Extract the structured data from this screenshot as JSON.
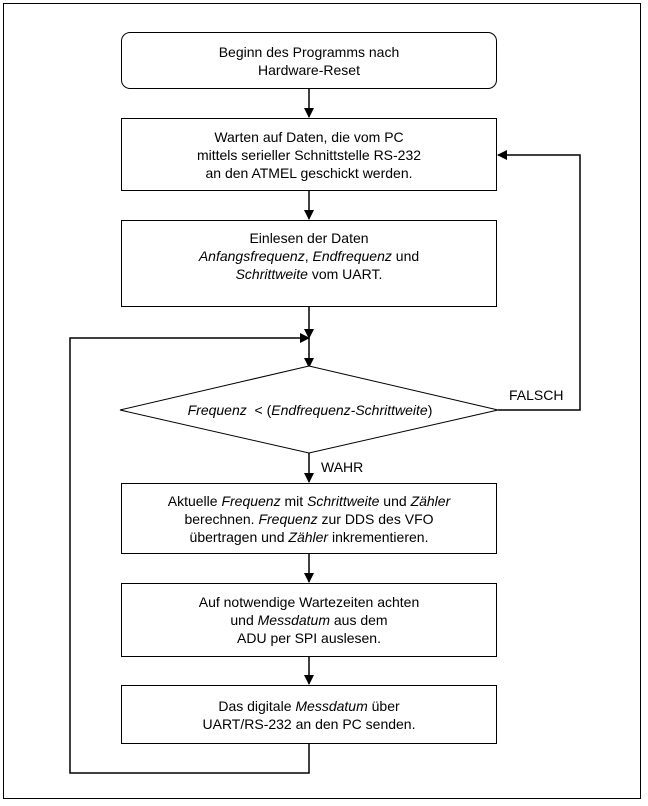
{
  "flow": {
    "start": {
      "line1": "Beginn des Programms nach",
      "line2": "Hardware-Reset"
    },
    "wait": {
      "line1": "Warten auf Daten, die vom PC",
      "line2": "mittels serieller Schnittstelle RS-232",
      "line3": "an den ATMEL geschickt werden."
    },
    "read": {
      "line1": "Einlesen der Daten",
      "l2_a": "Anfangsfrequenz",
      "l2_b": ", ",
      "l2_c": "Endfrequenz",
      "l2_d": " und",
      "l3_a": "Schrittweite",
      "l3_b": " vom UART."
    },
    "decision": {
      "var": "Frequenz",
      "op": "  < (",
      "expr": "Endfrequenz-Schrittweite",
      "close": ")"
    },
    "false_label": "FALSCH",
    "true_label": "WAHR",
    "compute": {
      "l1_a": "Aktuelle ",
      "l1_b": "Frequenz",
      "l1_c": " mit ",
      "l1_d": "Schrittweite",
      "l1_e": " und ",
      "l1_f": "Zähler",
      "l2_a": "berechnen. ",
      "l2_b": "Frequenz",
      "l2_c": " zur DDS des VFO",
      "l3_a": "übertragen und ",
      "l3_b": "Zähler",
      "l3_c": " inkrementieren."
    },
    "measure": {
      "line1": "Auf notwendige Wartezeiten achten",
      "l2_a": "und ",
      "l2_b": "Messdatum",
      "l2_c": " aus dem",
      "line3": "ADU per SPI auslesen."
    },
    "send": {
      "l1_a": "Das digitale ",
      "l1_b": "Messdatum",
      "l1_c": " über",
      "line2": "UART/RS-232 an den PC senden."
    }
  }
}
